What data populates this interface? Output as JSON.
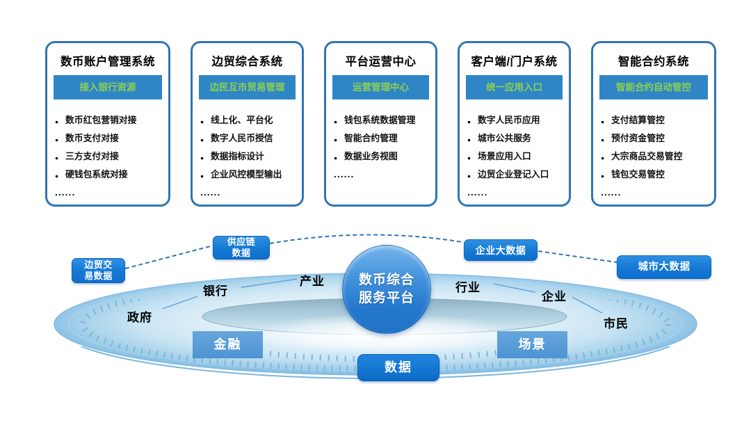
{
  "colors": {
    "card_border": "#2E75B5",
    "tag_bg": "#2E86C6",
    "tag_text": "#8FD04E",
    "databox_blue_top": "#2E90E2",
    "databox_blue_bottom": "#0F6FCC",
    "panel_blue": "#5B9BD5",
    "dark_box_blue": "#1278D6",
    "dashed_line_blue": "#2F74B8",
    "platter_rim_blue": "#7AB6E0"
  },
  "cards": [
    {
      "title": "数币账户管理系统",
      "tag": "接入银行资源",
      "items": [
        "数币红包营销对接",
        "数币支付对接",
        "三方支付对接",
        "硬钱包系统对接"
      ],
      "ellipsis": "......"
    },
    {
      "title": "边贸综合系统",
      "tag": "边民互市贸易管理",
      "items": [
        "线上化、平台化",
        "数字人民币授信",
        "数据指标设计",
        "企业风控模型输出"
      ],
      "ellipsis": "......"
    },
    {
      "title": "平台运营中心",
      "tag": "运营管理中心",
      "items": [
        "钱包系统数据管理",
        "智能合约管理",
        "数据业务视图"
      ],
      "ellipsis": "......"
    },
    {
      "title": "客户端/门户系统",
      "tag": "统一应用入口",
      "items": [
        "数字人民币应用",
        "城市公共服务",
        "场景应用入口",
        "边贸企业登记入口"
      ],
      "ellipsis": "......"
    },
    {
      "title": "智能合约系统",
      "tag": "智能合约自动管控",
      "items": [
        "支付结算管控",
        "预付资金管控",
        "大宗商品交易管控",
        "钱包交易管控"
      ],
      "ellipsis": "......"
    }
  ],
  "diagram": {
    "center": {
      "line1": "数币综合",
      "line2": "服务平台"
    },
    "data_boxes": {
      "border_trade": {
        "lines": [
          "边贸交",
          "易数据"
        ]
      },
      "supply_chain": {
        "lines": [
          "供应链",
          "数据"
        ]
      },
      "enterprise_bigdata": {
        "lines": [
          "企业大数据"
        ]
      },
      "city_bigdata": {
        "lines": [
          "城市大数据"
        ]
      }
    },
    "ring_labels": {
      "government": "政府",
      "bank": "银行",
      "industry": "产业",
      "sector": "行业",
      "enterprise": "企业",
      "citizen": "市民"
    },
    "bottom_boxes": {
      "finance": "金融",
      "scene": "场景",
      "data": "数据"
    }
  }
}
